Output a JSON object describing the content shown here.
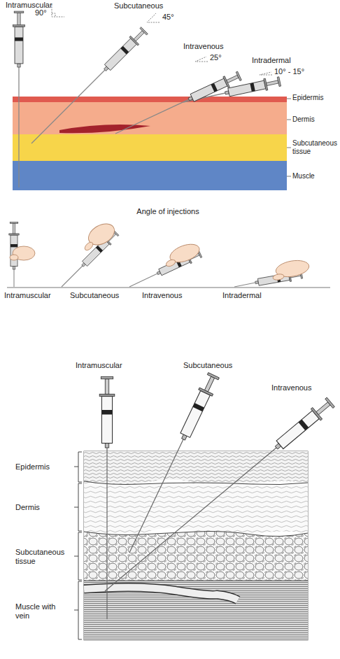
{
  "diagram": {
    "labels": [
      "Intramuscular",
      "90°",
      "Subcutaneous",
      "45°",
      "Intravenous",
      "25°",
      "Intradermal",
      "10° - 15°",
      "Epidermis",
      "Dermis",
      "Subcutaneous tissue",
      "Muscle",
      "Angle of injections",
      "Intramuscular",
      "Subcutaneous",
      "Intravenous",
      "Intradermal",
      "Intramuscular",
      "Subcutaneous",
      "Intravenous",
      "Epidermis",
      "Dermis",
      "Subcutaneous tissue",
      "Muscle with vein"
    ]
  }
}
